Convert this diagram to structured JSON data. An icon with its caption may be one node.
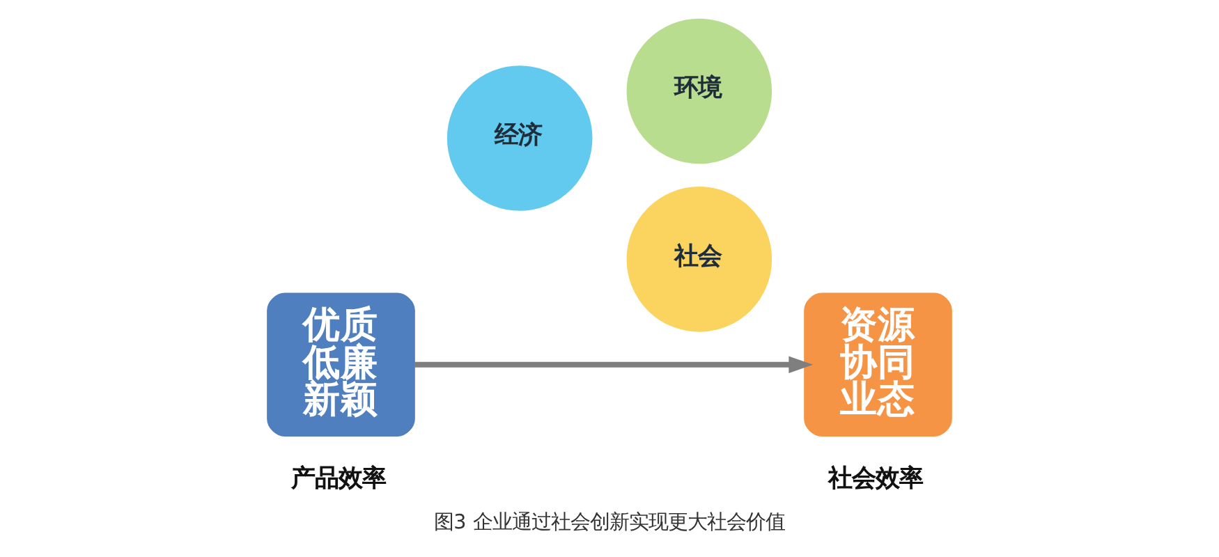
{
  "diagram": {
    "caption": "图3 企业通过社会创新实现更大社会价值",
    "nodes": [
      {
        "text": [
          "优质低廉新颖"
        ],
        "beside": [
          "产品效率"
        ]
      },
      {
        "text": [
          "经济"
        ]
      },
      {
        "text": [
          "环境"
        ]
      },
      {
        "text": [
          "社会"
        ]
      },
      {
        "text": [
          "资源协同业态"
        ],
        "beside": [
          "社会效率"
        ]
      }
    ],
    "edges": [
      {
        "from": 0,
        "to": 4,
        "arrow": "to"
      }
    ]
  }
}
